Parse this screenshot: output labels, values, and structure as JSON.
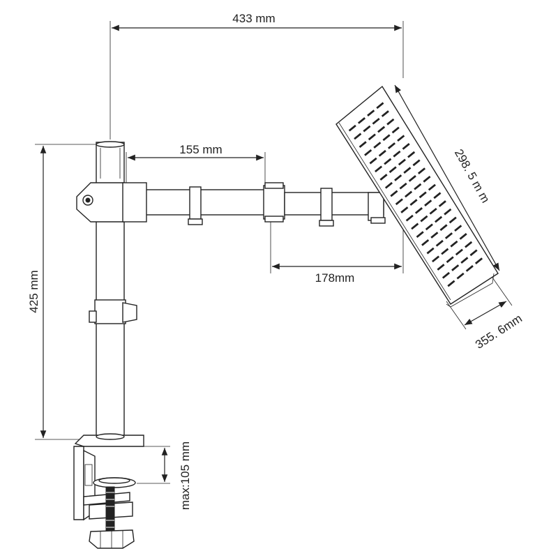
{
  "dimensions": {
    "overall_width": "433 mm",
    "arm_segment_1": "155 mm",
    "arm_segment_2": "178mm",
    "pole_height": "425 mm",
    "plate_height": "298. 5 m m",
    "plate_width": "355. 6mm",
    "clamp_opening": "max:105 mm"
  },
  "colors": {
    "line": "#222222",
    "background": "#ffffff"
  }
}
